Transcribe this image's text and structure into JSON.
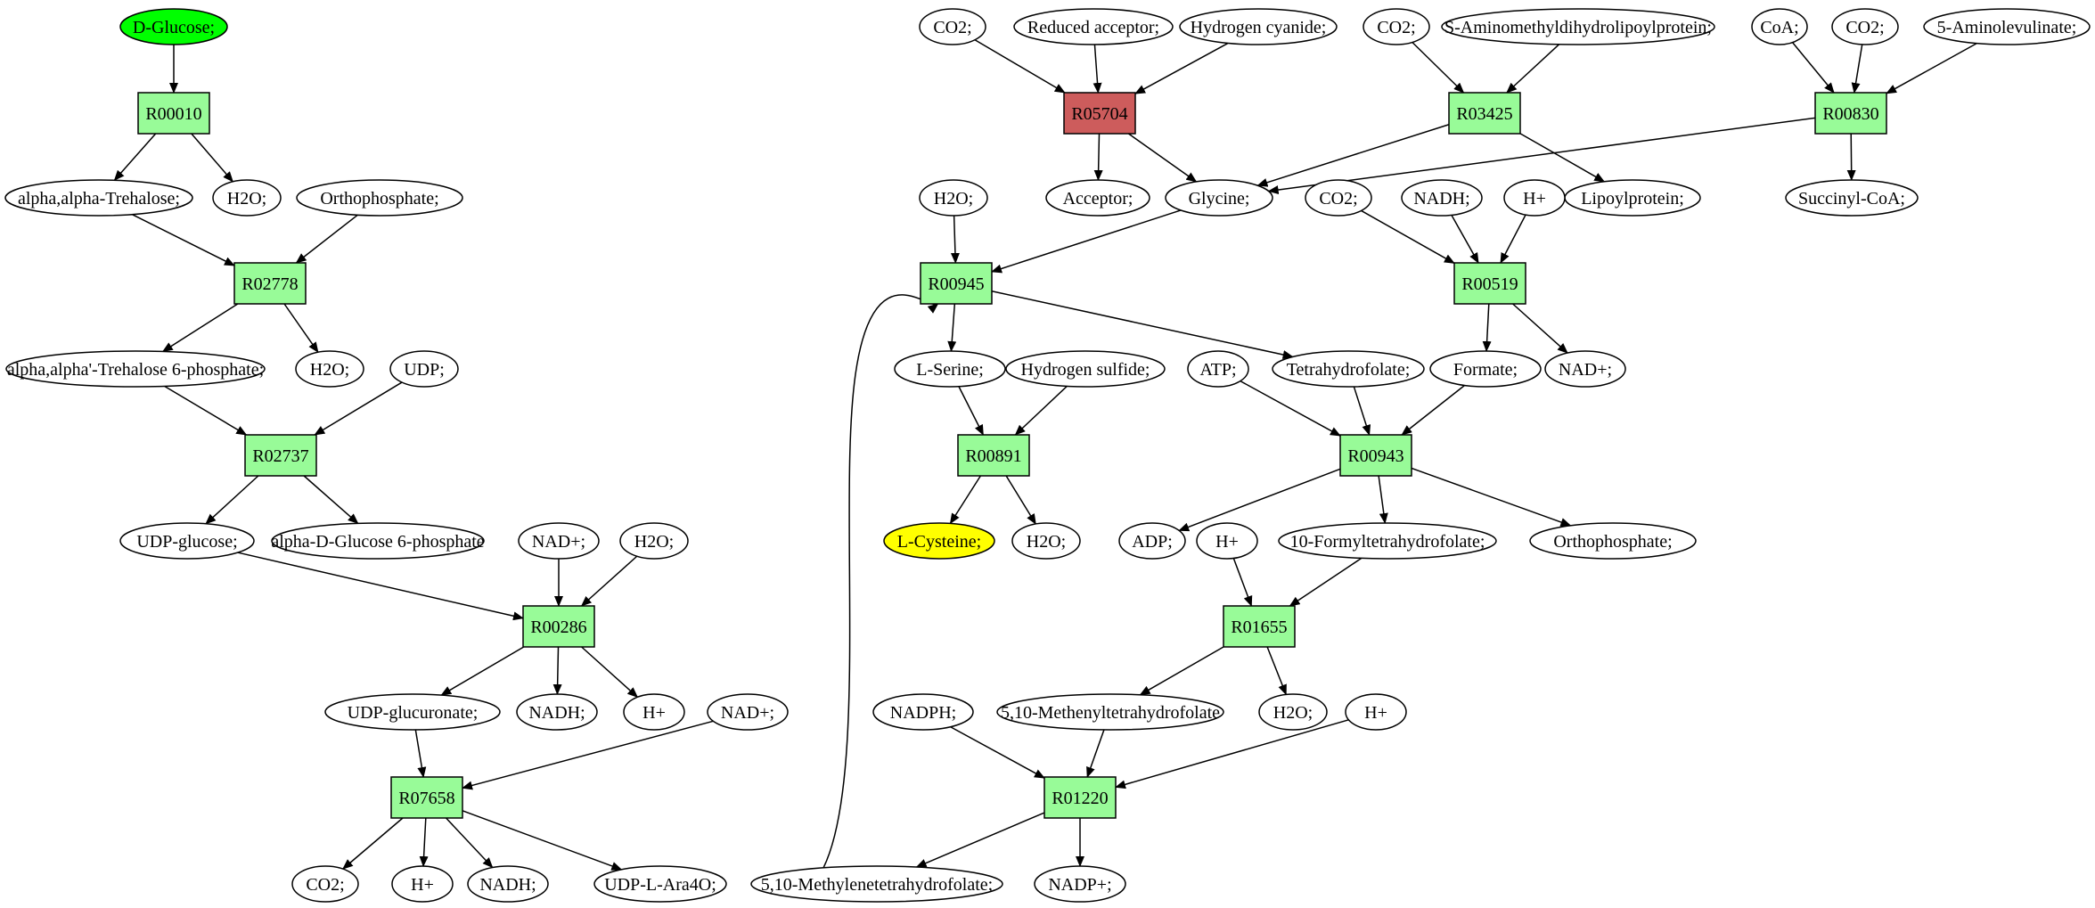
{
  "diagram": {
    "reactions": [
      {
        "id": "R00010"
      },
      {
        "id": "R02778"
      },
      {
        "id": "R02737"
      },
      {
        "id": "R00286"
      },
      {
        "id": "R07658"
      },
      {
        "id": "R05704",
        "highlight": true
      },
      {
        "id": "R03425"
      },
      {
        "id": "R00830"
      },
      {
        "id": "R00945"
      },
      {
        "id": "R00519"
      },
      {
        "id": "R00891"
      },
      {
        "id": "R00943"
      },
      {
        "id": "R01655"
      },
      {
        "id": "R01220"
      }
    ],
    "compounds": [
      {
        "key": "glc",
        "label": "D-Glucose;",
        "role": "start"
      },
      {
        "key": "treh",
        "label": "alpha,alpha-Trehalose;"
      },
      {
        "key": "h2o_1",
        "label": "H2O;"
      },
      {
        "key": "pi_1",
        "label": "Orthophosphate;"
      },
      {
        "key": "t6p",
        "label": "alpha,alpha'-Trehalose 6-phosphate;"
      },
      {
        "key": "h2o_2",
        "label": "H2O;"
      },
      {
        "key": "udp",
        "label": "UDP;"
      },
      {
        "key": "udpglc",
        "label": "UDP-glucose;"
      },
      {
        "key": "g6p",
        "label": "alpha-D-Glucose 6-phosphate"
      },
      {
        "key": "nad_1",
        "label": "NAD+;"
      },
      {
        "key": "h2o_3",
        "label": "H2O;"
      },
      {
        "key": "udpglcur",
        "label": "UDP-glucuronate;"
      },
      {
        "key": "nadh_1",
        "label": "NADH;"
      },
      {
        "key": "h_1",
        "label": "H+"
      },
      {
        "key": "nad_2",
        "label": "NAD+;"
      },
      {
        "key": "co2_1",
        "label": "CO2;"
      },
      {
        "key": "h_2",
        "label": "H+"
      },
      {
        "key": "nadh_2",
        "label": "NADH;"
      },
      {
        "key": "udpara",
        "label": "UDP-L-Ara4O;"
      },
      {
        "key": "co2_2",
        "label": "CO2;"
      },
      {
        "key": "redacc",
        "label": "Reduced acceptor;"
      },
      {
        "key": "hcn",
        "label": "Hydrogen cyanide;"
      },
      {
        "key": "co2_3",
        "label": "CO2;"
      },
      {
        "key": "saml",
        "label": "S-Aminomethyldihydrolipoylprotein;"
      },
      {
        "key": "coa",
        "label": "CoA;"
      },
      {
        "key": "co2_4",
        "label": "CO2;"
      },
      {
        "key": "ala5",
        "label": "5-Aminolevulinate;"
      },
      {
        "key": "acc",
        "label": "Acceptor;"
      },
      {
        "key": "gly",
        "label": "Glycine;"
      },
      {
        "key": "lipo",
        "label": "Lipoylprotein;"
      },
      {
        "key": "succoa",
        "label": "Succinyl-CoA;"
      },
      {
        "key": "h2o_4",
        "label": "H2O;"
      },
      {
        "key": "co2_5",
        "label": "CO2;"
      },
      {
        "key": "nadh_3",
        "label": "NADH;"
      },
      {
        "key": "h_3",
        "label": "H+"
      },
      {
        "key": "ser",
        "label": "L-Serine;"
      },
      {
        "key": "h2s",
        "label": "Hydrogen sulfide;"
      },
      {
        "key": "atp",
        "label": "ATP;"
      },
      {
        "key": "thf",
        "label": "Tetrahydrofolate;"
      },
      {
        "key": "formate",
        "label": "Formate;"
      },
      {
        "key": "nad_3",
        "label": "NAD+;"
      },
      {
        "key": "cys",
        "label": "L-Cysteine;",
        "role": "target"
      },
      {
        "key": "h2o_5",
        "label": "H2O;"
      },
      {
        "key": "adp",
        "label": "ADP;"
      },
      {
        "key": "h_4",
        "label": "H+"
      },
      {
        "key": "fthf",
        "label": "10-Formyltetrahydrofolate;"
      },
      {
        "key": "pi_2",
        "label": "Orthophosphate;"
      },
      {
        "key": "nadph",
        "label": "NADPH;"
      },
      {
        "key": "menthf",
        "label": "5,10-Methenyltetrahydrofolate"
      },
      {
        "key": "h2o_6",
        "label": "H2O;"
      },
      {
        "key": "h_5",
        "label": "H+"
      },
      {
        "key": "mlthf",
        "label": "5,10-Methylenetetrahydrofolate;"
      },
      {
        "key": "nadp",
        "label": "NADP+;"
      }
    ]
  }
}
